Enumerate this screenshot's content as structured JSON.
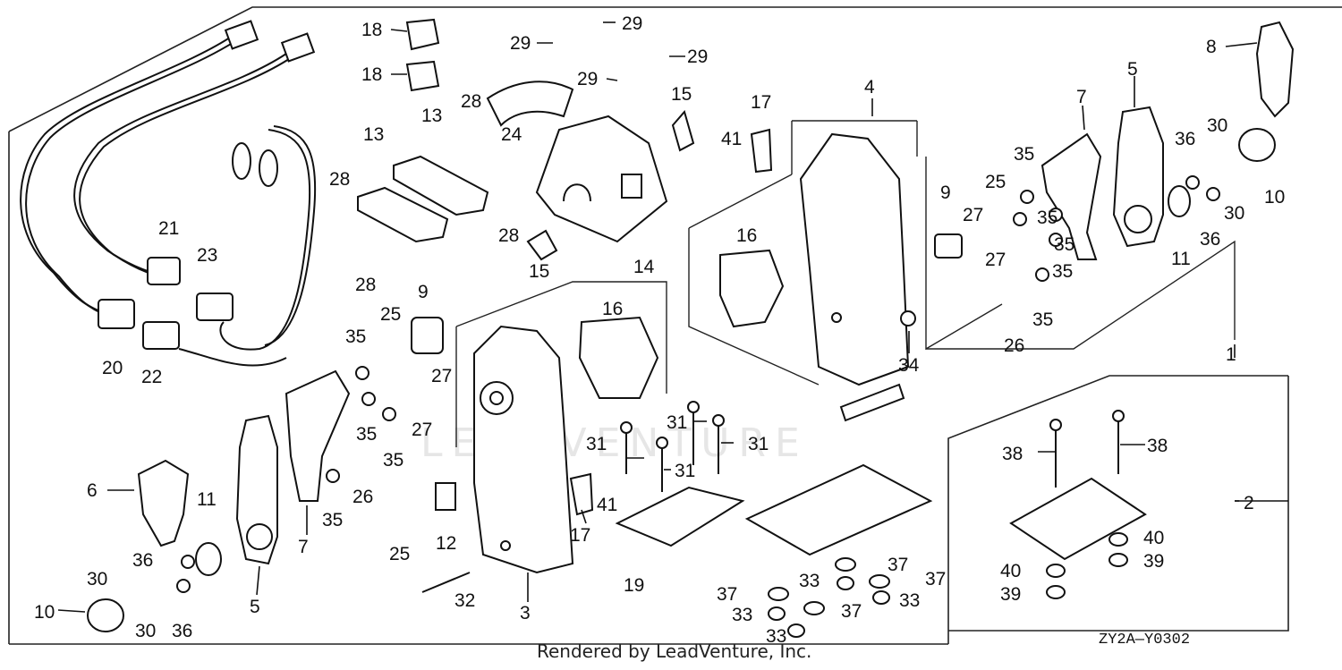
{
  "watermark": "LEADVENTURE",
  "footer": "Rendered by LeadVenture, Inc.",
  "diagram_code": "ZY2A—Y0302",
  "callouts": [
    {
      "id": "c1",
      "label": "1"
    },
    {
      "id": "c2",
      "label": "2"
    },
    {
      "id": "c3",
      "label": "3"
    },
    {
      "id": "c4",
      "label": "4"
    },
    {
      "id": "c5a",
      "label": "5"
    },
    {
      "id": "c5b",
      "label": "5"
    },
    {
      "id": "c6",
      "label": "6"
    },
    {
      "id": "c7a",
      "label": "7"
    },
    {
      "id": "c7b",
      "label": "7"
    },
    {
      "id": "c8",
      "label": "8"
    },
    {
      "id": "c9a",
      "label": "9"
    },
    {
      "id": "c9b",
      "label": "9"
    },
    {
      "id": "c10a",
      "label": "10"
    },
    {
      "id": "c10b",
      "label": "10"
    },
    {
      "id": "c11a",
      "label": "11"
    },
    {
      "id": "c11b",
      "label": "11"
    },
    {
      "id": "c12",
      "label": "12"
    },
    {
      "id": "c13a",
      "label": "13"
    },
    {
      "id": "c13b",
      "label": "13"
    },
    {
      "id": "c14",
      "label": "14"
    },
    {
      "id": "c15a",
      "label": "15"
    },
    {
      "id": "c15b",
      "label": "15"
    },
    {
      "id": "c16a",
      "label": "16"
    },
    {
      "id": "c16b",
      "label": "16"
    },
    {
      "id": "c17a",
      "label": "17"
    },
    {
      "id": "c17b",
      "label": "17"
    },
    {
      "id": "c18a",
      "label": "18"
    },
    {
      "id": "c18b",
      "label": "18"
    },
    {
      "id": "c19",
      "label": "19"
    },
    {
      "id": "c20",
      "label": "20"
    },
    {
      "id": "c21",
      "label": "21"
    },
    {
      "id": "c22",
      "label": "22"
    },
    {
      "id": "c23",
      "label": "23"
    },
    {
      "id": "c24",
      "label": "24"
    },
    {
      "id": "c25a",
      "label": "25"
    },
    {
      "id": "c25b",
      "label": "25"
    },
    {
      "id": "c25c",
      "label": "25"
    },
    {
      "id": "c26a",
      "label": "26"
    },
    {
      "id": "c26b",
      "label": "26"
    },
    {
      "id": "c27a",
      "label": "27"
    },
    {
      "id": "c27b",
      "label": "27"
    },
    {
      "id": "c27c",
      "label": "27"
    },
    {
      "id": "c27d",
      "label": "27"
    },
    {
      "id": "c28a",
      "label": "28"
    },
    {
      "id": "c28b",
      "label": "28"
    },
    {
      "id": "c28c",
      "label": "28"
    },
    {
      "id": "c28d",
      "label": "28"
    },
    {
      "id": "c29a",
      "label": "29"
    },
    {
      "id": "c29b",
      "label": "29"
    },
    {
      "id": "c29c",
      "label": "29"
    },
    {
      "id": "c29d",
      "label": "29"
    },
    {
      "id": "c30a",
      "label": "30"
    },
    {
      "id": "c30b",
      "label": "30"
    },
    {
      "id": "c30c",
      "label": "30"
    },
    {
      "id": "c30d",
      "label": "30"
    },
    {
      "id": "c31a",
      "label": "31"
    },
    {
      "id": "c31b",
      "label": "31"
    },
    {
      "id": "c31c",
      "label": "31"
    },
    {
      "id": "c31d",
      "label": "31"
    },
    {
      "id": "c32",
      "label": "32"
    },
    {
      "id": "c33a",
      "label": "33"
    },
    {
      "id": "c33b",
      "label": "33"
    },
    {
      "id": "c33c",
      "label": "33"
    },
    {
      "id": "c33d",
      "label": "33"
    },
    {
      "id": "c34",
      "label": "34"
    },
    {
      "id": "c35a",
      "label": "35"
    },
    {
      "id": "c35b",
      "label": "35"
    },
    {
      "id": "c35c",
      "label": "35"
    },
    {
      "id": "c35d",
      "label": "35"
    },
    {
      "id": "c35e",
      "label": "35"
    },
    {
      "id": "c35f",
      "label": "35"
    },
    {
      "id": "c35g",
      "label": "35"
    },
    {
      "id": "c35h",
      "label": "35"
    },
    {
      "id": "c35i",
      "label": "35"
    },
    {
      "id": "c36a",
      "label": "36"
    },
    {
      "id": "c36b",
      "label": "36"
    },
    {
      "id": "c36c",
      "label": "36"
    },
    {
      "id": "c36d",
      "label": "36"
    },
    {
      "id": "c37a",
      "label": "37"
    },
    {
      "id": "c37b",
      "label": "37"
    },
    {
      "id": "c37c",
      "label": "37"
    },
    {
      "id": "c37d",
      "label": "37"
    },
    {
      "id": "c38a",
      "label": "38"
    },
    {
      "id": "c38b",
      "label": "38"
    },
    {
      "id": "c39a",
      "label": "39"
    },
    {
      "id": "c39b",
      "label": "39"
    },
    {
      "id": "c40a",
      "label": "40"
    },
    {
      "id": "c40b",
      "label": "40"
    },
    {
      "id": "c41a",
      "label": "41"
    },
    {
      "id": "c41b",
      "label": "41"
    }
  ]
}
